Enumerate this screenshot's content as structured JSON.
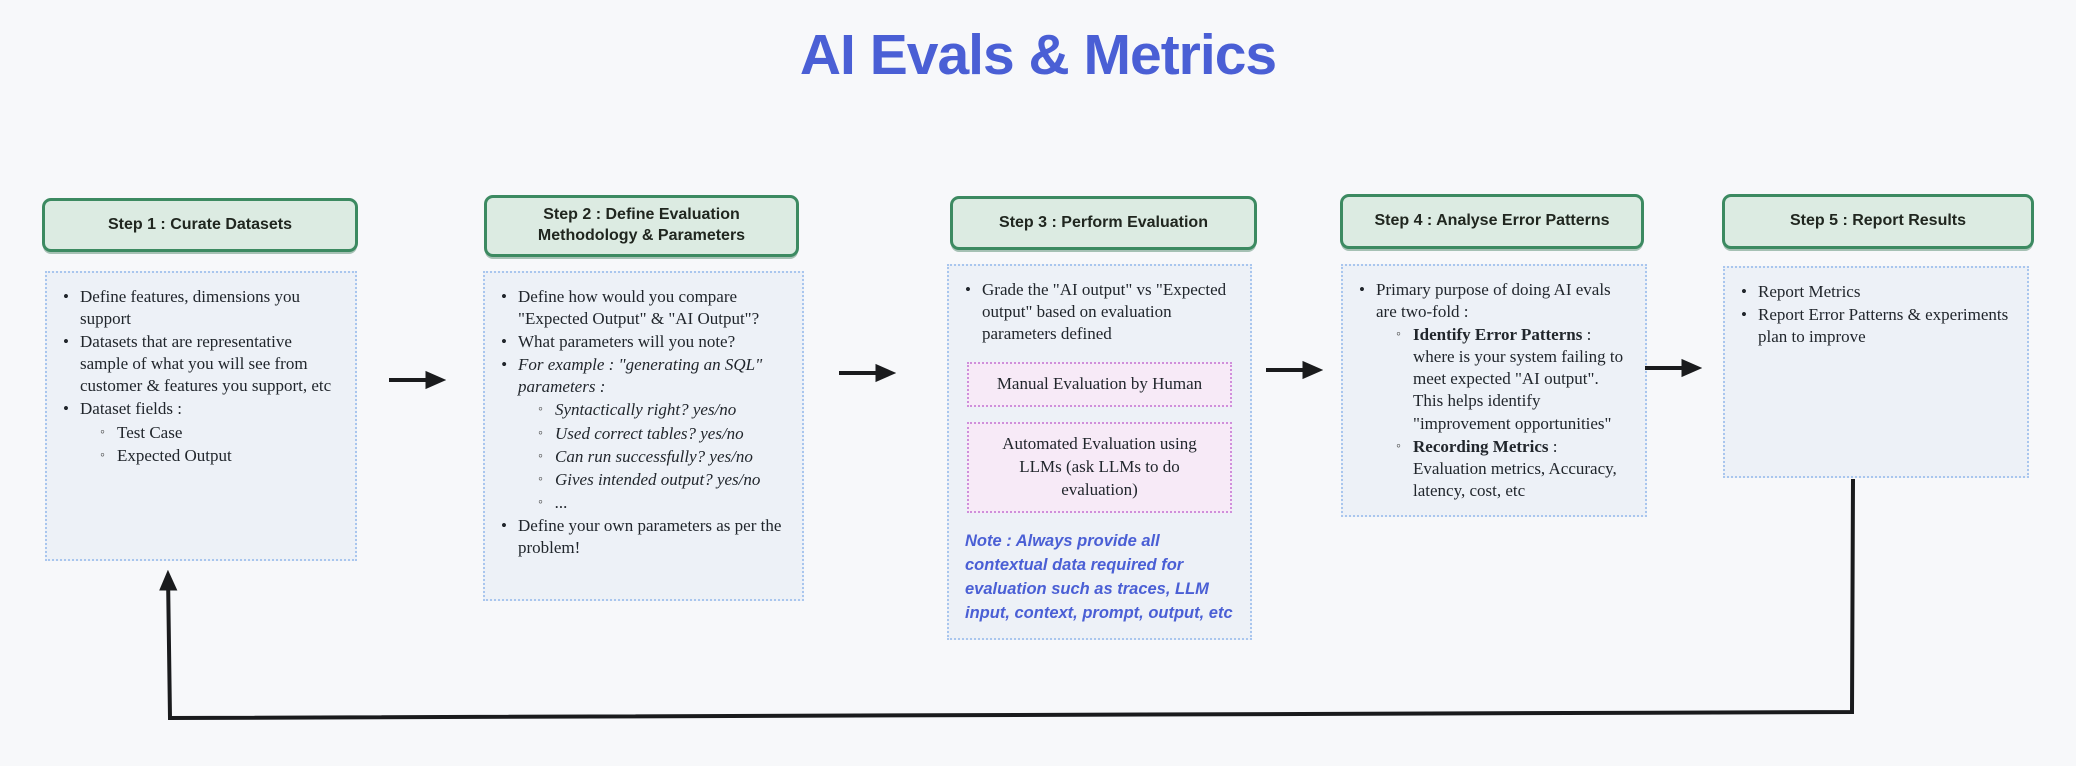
{
  "title": "AI Evals & Metrics",
  "colors": {
    "title_blue": "#4a5fd5",
    "header_fill": "#dcebe2",
    "header_border": "#3c8a61",
    "content_fill": "#edf1f7",
    "content_border": "#a9c6ee",
    "pink_fill": "#f7eaf7",
    "pink_border": "#cf8fdb",
    "note_blue": "#4a5fd5",
    "arrow": "#1a1b1d",
    "background": "#f7f8fa"
  },
  "steps": [
    {
      "header": "Step 1 : Curate Datasets",
      "items": [
        "Define features, dimensions you support",
        "Datasets that are representative sample of what you will see from customer & features you support, etc",
        "Dataset fields :",
        "Test Case",
        "Expected Output"
      ]
    },
    {
      "header": "Step 2 : Define Evaluation Methodology & Parameters",
      "items": [
        "Define how would you compare \"Expected Output\" & \"AI Output\"?",
        "What parameters will you note?",
        "For example : \"generating an SQL\" parameters :",
        "Syntactically right? yes/no",
        "Used correct tables? yes/no",
        "Can run successfully? yes/no",
        "Gives intended output? yes/no",
        "...",
        "Define your own parameters as per the problem!"
      ]
    },
    {
      "header": "Step 3 : Perform Evaluation",
      "items": [
        "Grade the \"AI output\" vs \"Expected output\" based on evaluation parameters defined"
      ],
      "eval_boxes": {
        "manual": "Manual Evaluation by Human",
        "automated": "Automated Evaluation using LLMs (ask LLMs to do evaluation)"
      },
      "note": "Note : Always provide all contextual data required for evaluation such as traces, LLM input, context, prompt, output, etc"
    },
    {
      "header": "Step 4 : Analyse Error Patterns",
      "items": [
        "Primary purpose of doing AI evals are two-fold :",
        {
          "bold": "Identify Error Patterns",
          "rest": " : where is your system failing to meet expected \"AI output\". This helps identify \"improvement opportunities\""
        },
        {
          "bold": "Recording Metrics",
          "rest": " : Evaluation metrics, Accuracy, latency, cost, etc"
        }
      ]
    },
    {
      "header": "Step 5 : Report Results",
      "items": [
        "Report Metrics",
        "Report Error Patterns & experiments plan to improve"
      ]
    }
  ]
}
